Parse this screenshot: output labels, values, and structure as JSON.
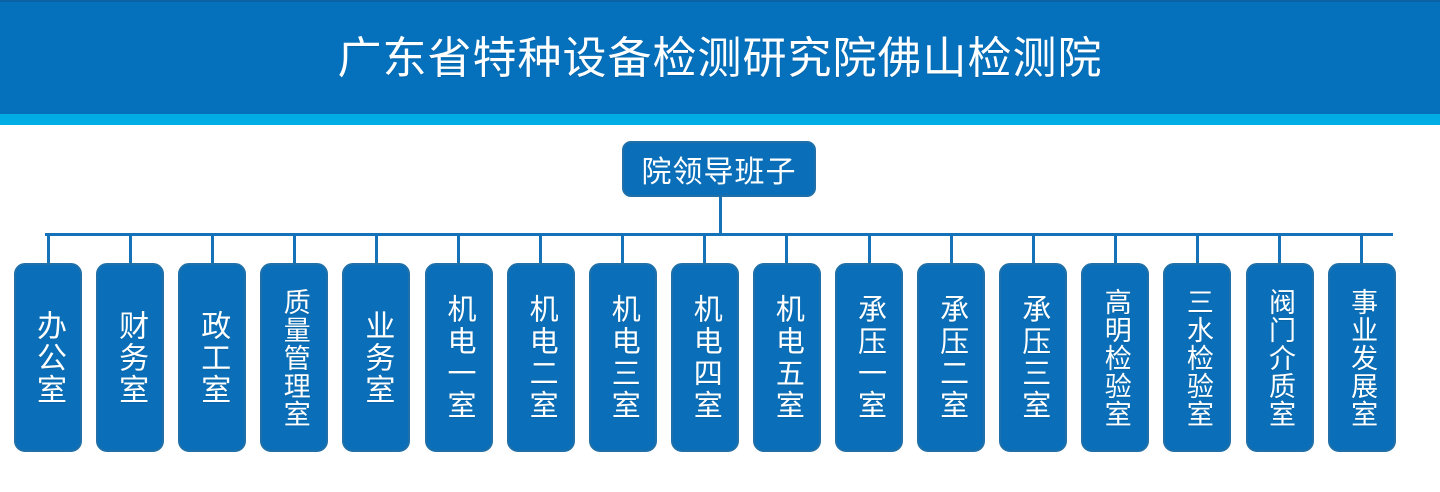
{
  "header": {
    "title": "广东省特种设备检测研究院佛山检测院",
    "band_color": "#0570BC",
    "accent_color": "#00ADE4"
  },
  "org_chart": {
    "type": "tree",
    "root": {
      "label": "院领导班子"
    },
    "node_fill": "#0A6FB8",
    "node_border": "#1F6FA8",
    "connector_color": "#1571b8",
    "children": [
      {
        "label": "办公室"
      },
      {
        "label": "财务室"
      },
      {
        "label": "政工室"
      },
      {
        "label": "质量管理室"
      },
      {
        "label": "业务室"
      },
      {
        "label": "机电一室"
      },
      {
        "label": "机电二室"
      },
      {
        "label": "机电三室"
      },
      {
        "label": "机电四室"
      },
      {
        "label": "机电五室"
      },
      {
        "label": "承压一室"
      },
      {
        "label": "承压二室"
      },
      {
        "label": "承压三室"
      },
      {
        "label": "高明检验室"
      },
      {
        "label": "三水检验室"
      },
      {
        "label": "阀门介质室"
      },
      {
        "label": "事业发展室"
      }
    ]
  }
}
